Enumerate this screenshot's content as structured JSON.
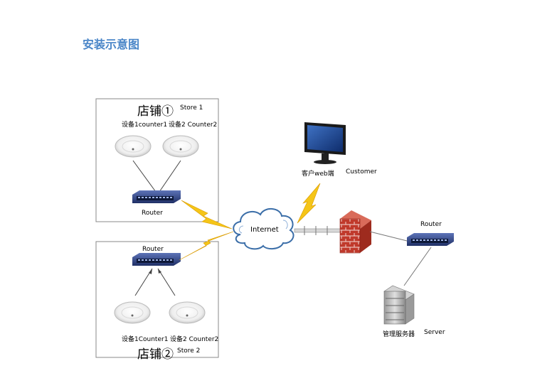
{
  "title": "安装示意图",
  "store1": {
    "name": "店铺①",
    "tag": "Store 1",
    "device1": "设备1counter1",
    "device2": "设备2 Counter2",
    "router": "Router"
  },
  "store2": {
    "name": "店铺②",
    "tag": "Store 2",
    "device1": "设备1Counter1",
    "device2": "设备2  Counter2",
    "router": "Router"
  },
  "internet": "Internet",
  "customer": {
    "label": "客户web端",
    "tag": "Customer"
  },
  "server_router": "Router",
  "server": {
    "label": "管理服务器",
    "tag": "Server"
  },
  "colors": {
    "title": "#4a86c8",
    "router": "#2c3e7a",
    "firewall": "#c0392b",
    "lightning": "#f5c518",
    "cloud_edge": "#3b6ea8"
  }
}
